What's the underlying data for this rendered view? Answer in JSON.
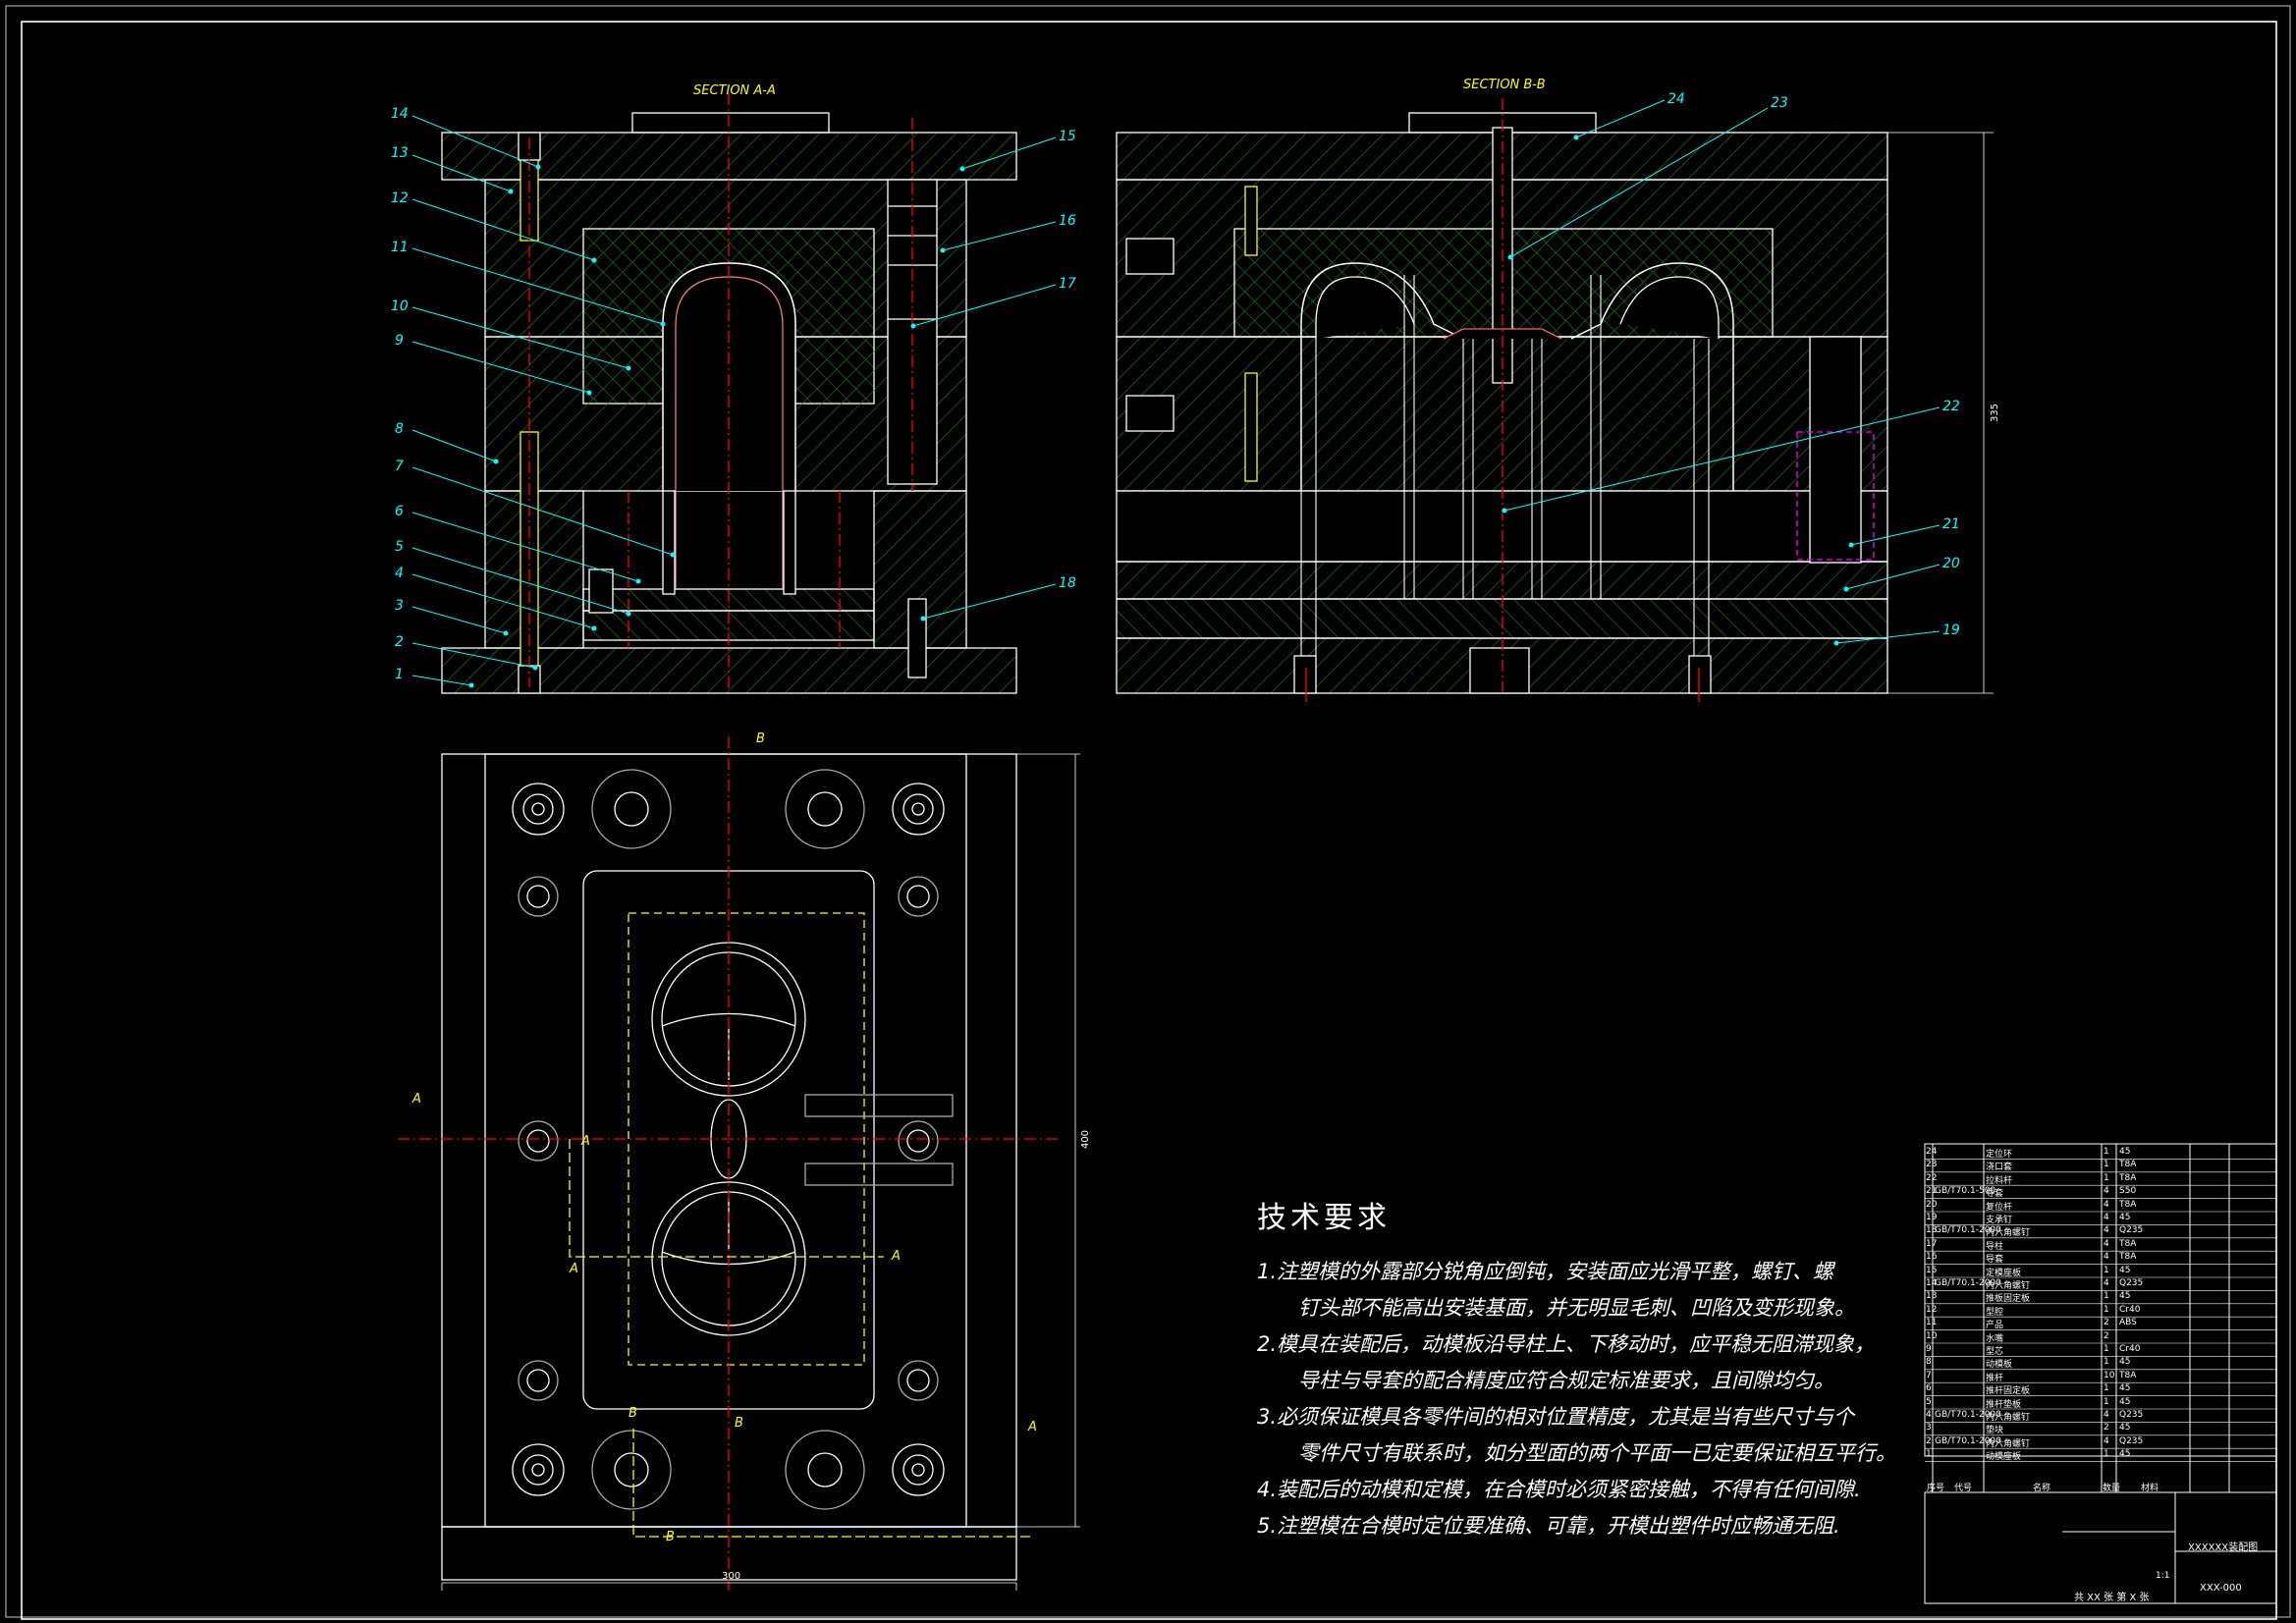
{
  "views": {
    "section_a_title": "SECTION A-A",
    "section_b_title": "SECTION B-B"
  },
  "callouts_a": [
    "1",
    "2",
    "3",
    "4",
    "5",
    "6",
    "7",
    "8",
    "9",
    "10",
    "11",
    "12",
    "13",
    "14",
    "15",
    "16",
    "17",
    "18"
  ],
  "callouts_b": [
    "19",
    "20",
    "21",
    "22",
    "23",
    "24"
  ],
  "section_marks": {
    "a": "A",
    "b": "B"
  },
  "dimensions": {
    "height_b": "335",
    "height_plan": "400",
    "width_plan": "300"
  },
  "tech_notes": {
    "title": "技术要求",
    "lines": [
      "1.注塑模的外露部分锐角应倒钝，安装面应光滑平整，螺钉、螺",
      "钉头部不能高出安装基面，并无明显毛刺、凹陷及变形现象。",
      "2.模具在装配后，动模板沿导柱上、下移动时，应平稳无阻滞现象，",
      "导柱与导套的配合精度应符合规定标准要求，且间隙均匀。",
      "3.必须保证模具各零件间的相对位置精度，尤其是当有些尺寸与个",
      "零件尺寸有联系时，如分型面的两个平面一已定要保证相互平行。",
      "4.装配后的动模和定模，在合模时必须紧密接触，不得有任何间隙.",
      "5.注塑模在合模时定位要准确、可靠，开模出塑件时应畅通无阻."
    ]
  },
  "bom": [
    {
      "no": "24",
      "code": "",
      "name": "定位环",
      "qty": "1",
      "mat": "45",
      "note": ""
    },
    {
      "no": "23",
      "code": "",
      "name": "浇口套",
      "qty": "1",
      "mat": "T8A",
      "note": ""
    },
    {
      "no": "22",
      "code": "",
      "name": "拉料杆",
      "qty": "1",
      "mat": "T8A",
      "note": ""
    },
    {
      "no": "21",
      "code": "GB/T70.1-500",
      "name": "导套",
      "qty": "4",
      "mat": "S50",
      "note": ""
    },
    {
      "no": "20",
      "code": "",
      "name": "复位杆",
      "qty": "4",
      "mat": "T8A",
      "note": ""
    },
    {
      "no": "19",
      "code": "",
      "name": "支承钉",
      "qty": "4",
      "mat": "45",
      "note": ""
    },
    {
      "no": "18",
      "code": "GB/T70.1-2000",
      "name": "内六角螺钉",
      "qty": "4",
      "mat": "Q235",
      "note": ""
    },
    {
      "no": "17",
      "code": "",
      "name": "导柱",
      "qty": "4",
      "mat": "T8A",
      "note": ""
    },
    {
      "no": "16",
      "code": "",
      "name": "导套",
      "qty": "4",
      "mat": "T8A",
      "note": ""
    },
    {
      "no": "15",
      "code": "",
      "name": "定模座板",
      "qty": "1",
      "mat": "45",
      "note": ""
    },
    {
      "no": "14",
      "code": "GB/T70.1-2000",
      "name": "内六角螺钉",
      "qty": "4",
      "mat": "Q235",
      "note": ""
    },
    {
      "no": "13",
      "code": "",
      "name": "推板固定板",
      "qty": "1",
      "mat": "45",
      "note": ""
    },
    {
      "no": "12",
      "code": "",
      "name": "型腔",
      "qty": "1",
      "mat": "Cr40",
      "note": ""
    },
    {
      "no": "11",
      "code": "",
      "name": "产品",
      "qty": "2",
      "mat": "ABS",
      "note": ""
    },
    {
      "no": "10",
      "code": "",
      "name": "水嘴",
      "qty": "2",
      "mat": "",
      "note": ""
    },
    {
      "no": "9",
      "code": "",
      "name": "型芯",
      "qty": "1",
      "mat": "Cr40",
      "note": ""
    },
    {
      "no": "8",
      "code": "",
      "name": "动模板",
      "qty": "1",
      "mat": "45",
      "note": ""
    },
    {
      "no": "7",
      "code": "",
      "name": "推杆",
      "qty": "10",
      "mat": "T8A",
      "note": ""
    },
    {
      "no": "6",
      "code": "",
      "name": "推杆固定板",
      "qty": "1",
      "mat": "45",
      "note": ""
    },
    {
      "no": "5",
      "code": "",
      "name": "推杆垫板",
      "qty": "1",
      "mat": "45",
      "note": ""
    },
    {
      "no": "4",
      "code": "GB/T70.1-2000",
      "name": "内六角螺钉",
      "qty": "4",
      "mat": "Q235",
      "note": ""
    },
    {
      "no": "3",
      "code": "",
      "name": "垫块",
      "qty": "2",
      "mat": "45",
      "note": ""
    },
    {
      "no": "2",
      "code": "GB/T70.1-2000",
      "name": "内六角螺钉",
      "qty": "4",
      "mat": "Q235",
      "note": ""
    },
    {
      "no": "1",
      "code": "",
      "name": "动模座板",
      "qty": "1",
      "mat": "45",
      "note": ""
    }
  ],
  "bom_header": {
    "no": "序号",
    "code": "代号",
    "name": "名称",
    "qty": "数量",
    "mat": "材料"
  },
  "title_block": {
    "drawing_name": "XXXXXX装配图",
    "drawing_no": "XXX-000",
    "sheets": "共 XX 张  第 X 张",
    "scale": "1:1"
  },
  "colors": {
    "outline": "#ffffff",
    "hatch": "#00ff00",
    "centerline": "#ff0000",
    "callout": "#00ffff",
    "label": "#ffff00",
    "hidden": "#ffff00",
    "screw": "#ff00ff"
  }
}
